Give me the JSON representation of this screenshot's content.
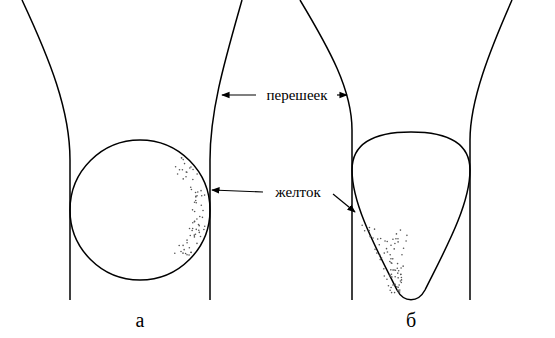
{
  "diagram": {
    "labels": [
      "перешеек",
      "желток",
      "а",
      "б"
    ]
  }
}
